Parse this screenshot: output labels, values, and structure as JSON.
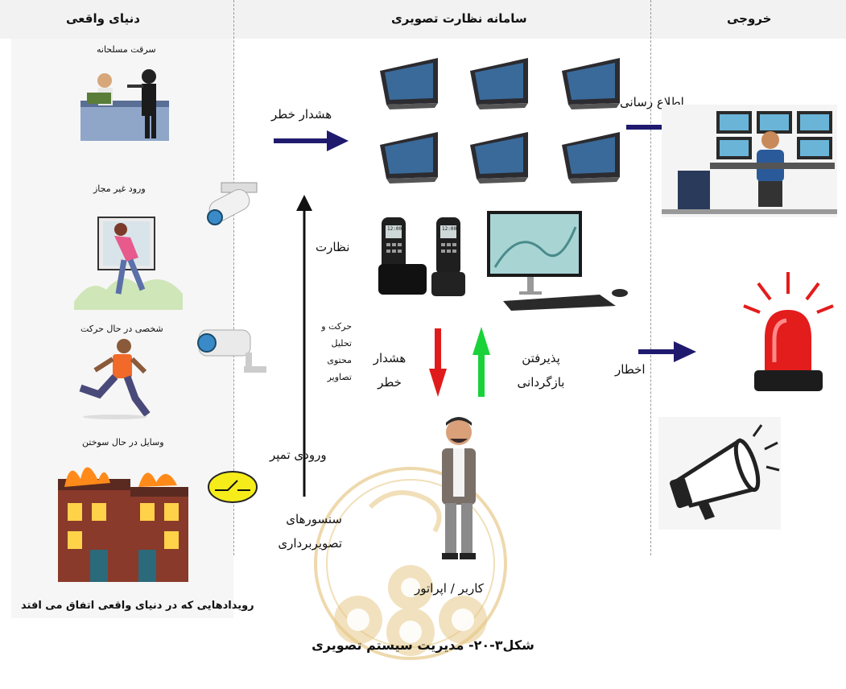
{
  "header": {
    "col_right": "دنیای واقعی",
    "col_middle": "سامانه نظارت تصویری",
    "col_left": "خروجی"
  },
  "events": {
    "robbery": "سرقت مسلحانه",
    "intrusion": "ورود غیر مجاز",
    "moving_person": "شخصی در حال حرکت",
    "fire": "وسایل در حال سوختن",
    "footer": "رویدادهایی که در دنیای واقعی اتفاق می افتد"
  },
  "flow": {
    "alarm_top": "هشدار خطر",
    "monitoring": "نظارت",
    "analysis_lines": [
      "حرکت و",
      "تحلیل",
      "محتوی",
      "تصاویر"
    ],
    "tamper_input": "ورودی تمپر",
    "sensors_lines": [
      "سنسورهای",
      "تصویربرداری"
    ],
    "alarm_bottom_lines": [
      "هشدار",
      "خطر"
    ],
    "feedback_lines": [
      "پذیرفتن",
      "بازگردانی"
    ],
    "notify": "اطلاع رسانی",
    "warning": "اخطار",
    "operator": "کاربر / اپراتور"
  },
  "phone_screen_text": "12:00",
  "caption": "شکل۳-۲۰- مدیریت سیستم تصویری",
  "colors": {
    "arrow_navy": "#1f1a6e",
    "arrow_red": "#e01b1b",
    "arrow_green": "#19d23a",
    "watermark": "#e7c98a",
    "siren_red": "#e31c1c"
  }
}
